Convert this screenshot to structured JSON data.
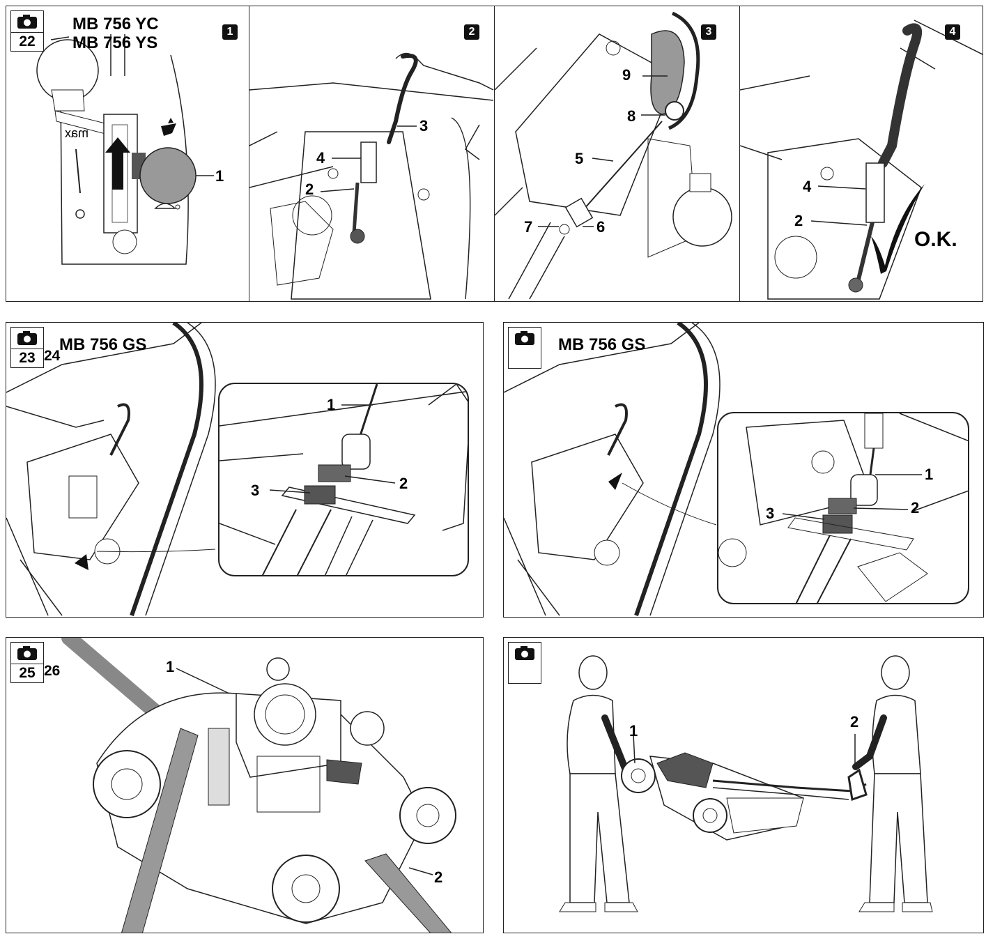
{
  "figures": {
    "fig22": {
      "camera_label": "22",
      "models": "MB 756 YC\nMB 756 YS",
      "panels": [
        {
          "step": "1",
          "callouts": [
            "1"
          ],
          "text": [
            "max"
          ]
        },
        {
          "step": "2",
          "callouts": [
            "3",
            "4",
            "2"
          ]
        },
        {
          "step": "3",
          "callouts": [
            "9",
            "8",
            "5",
            "7",
            "6"
          ]
        },
        {
          "step": "4",
          "callouts": [
            "4",
            "2"
          ],
          "ok_text": "O.K."
        }
      ]
    },
    "fig23": {
      "camera_label": "23",
      "camera_label_extra": "24",
      "model": "MB 756 GS",
      "callouts": [
        "1",
        "3",
        "2"
      ]
    },
    "fig24": {
      "camera_label": "",
      "model": "MB 756 GS",
      "callouts": [
        "1",
        "3",
        "2"
      ]
    },
    "fig25": {
      "camera_label": "25",
      "camera_label_extra": "26",
      "callouts": [
        "1",
        "2"
      ]
    },
    "fig26": {
      "camera_label": "",
      "callouts": [
        "1",
        "2"
      ]
    }
  },
  "icons": [
    "camera-icon",
    "rabbit-icon",
    "turtle-icon",
    "choke-icon",
    "check-mark-icon",
    "arrow-up-icon"
  ]
}
